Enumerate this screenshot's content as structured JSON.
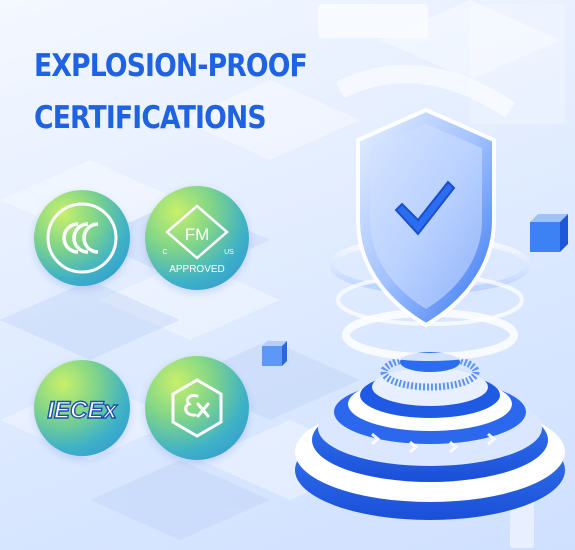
{
  "headline": {
    "line1": "EXPLOSION-PROOF",
    "line2": "CERTIFICATIONS"
  },
  "badges": {
    "ccc": {
      "icon": "ccc-mark-icon"
    },
    "fm": {
      "mark": "FM",
      "left": "C",
      "right": "US",
      "caption": "APPROVED"
    },
    "iecex": {
      "mark": "IECEx"
    },
    "ex": {
      "icon": "ex-hexagon-icon"
    }
  },
  "colors": {
    "title": "#1f63e3",
    "badge_green": "#b7ea6a",
    "badge_blue": "#2d8fd8",
    "shield": "#2a6df0"
  }
}
